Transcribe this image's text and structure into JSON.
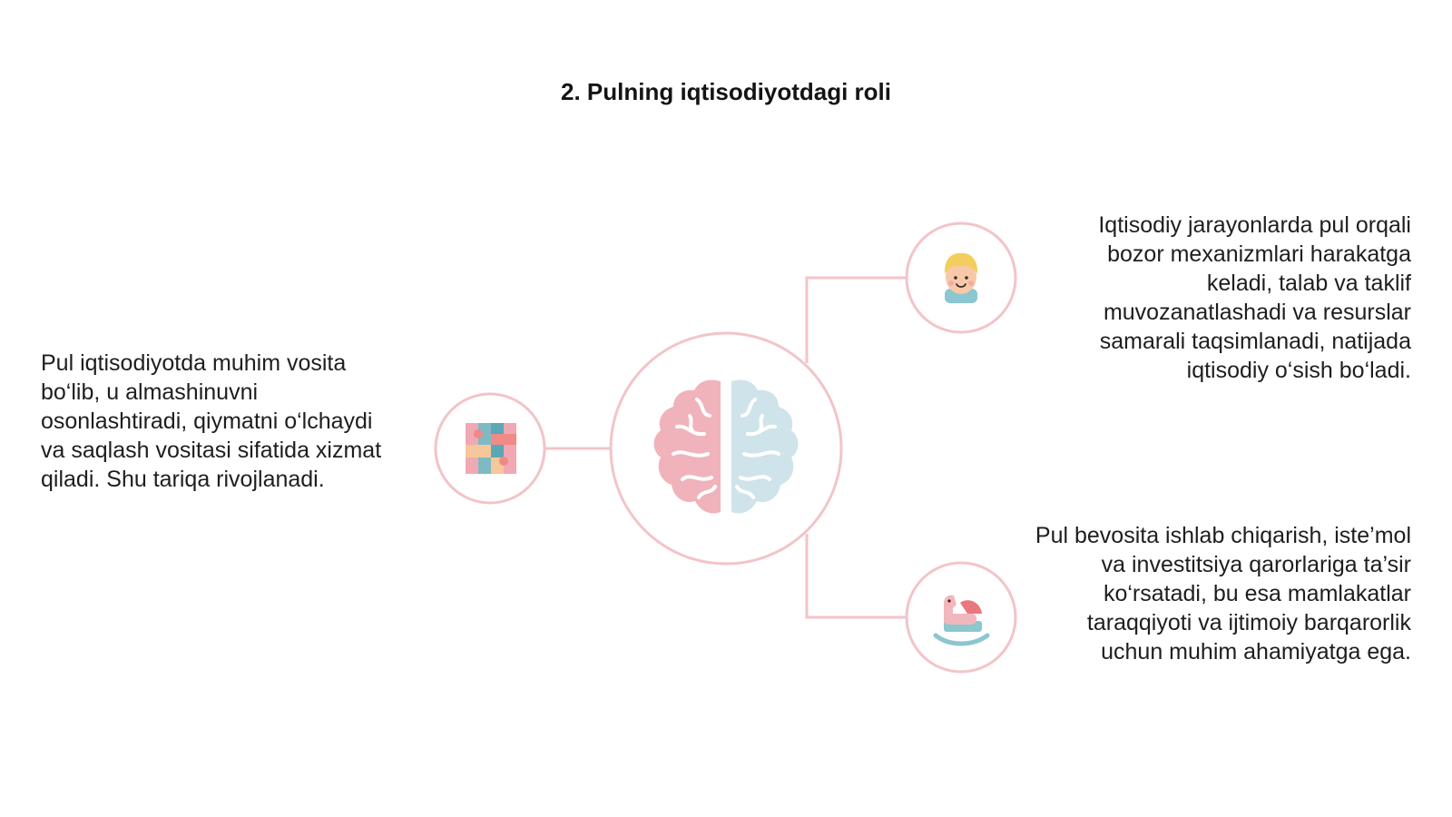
{
  "slide": {
    "title": "2. Pulning iqtisodiyotdagi roli"
  },
  "blocks": {
    "left": "Pul iqtisodiyotda muhim vosita bo‘lib, u almashinuvni osonlashtiradi, qiymatni o‘lchaydi va saqlash vositasi sifatida xizmat qiladi. Shu tariqa rivojlanadi.",
    "top_right": "Iqtisodiy jarayonlarda pul orqali bozor mexanizmlari harakatga keladi, talab va taklif muvozanatlashadi va resurslar samarali taqsimlanadi, natijada iqtisodiy o‘sish bo‘ladi.",
    "bottom_right": "Pul bevosita ishlab chiqarish, iste’mol va investitsiya qarorlariga ta’sir ko‘rsatadi, bu esa mamlakatlar taraqqiyoti va ijtimoiy barqarorlik uchun muhim ahamiyatga ega."
  },
  "icons": {
    "center": "brain-icon",
    "left": "puzzle-icon",
    "top_right": "child-face-icon",
    "bottom_right": "rocking-horse-icon"
  },
  "colors": {
    "ring": "#f2c4c8",
    "connector": "#f2c4c8",
    "brain_left": "#f0b3bb",
    "brain_right": "#cfe3ea",
    "text": "#1e1e1e"
  }
}
